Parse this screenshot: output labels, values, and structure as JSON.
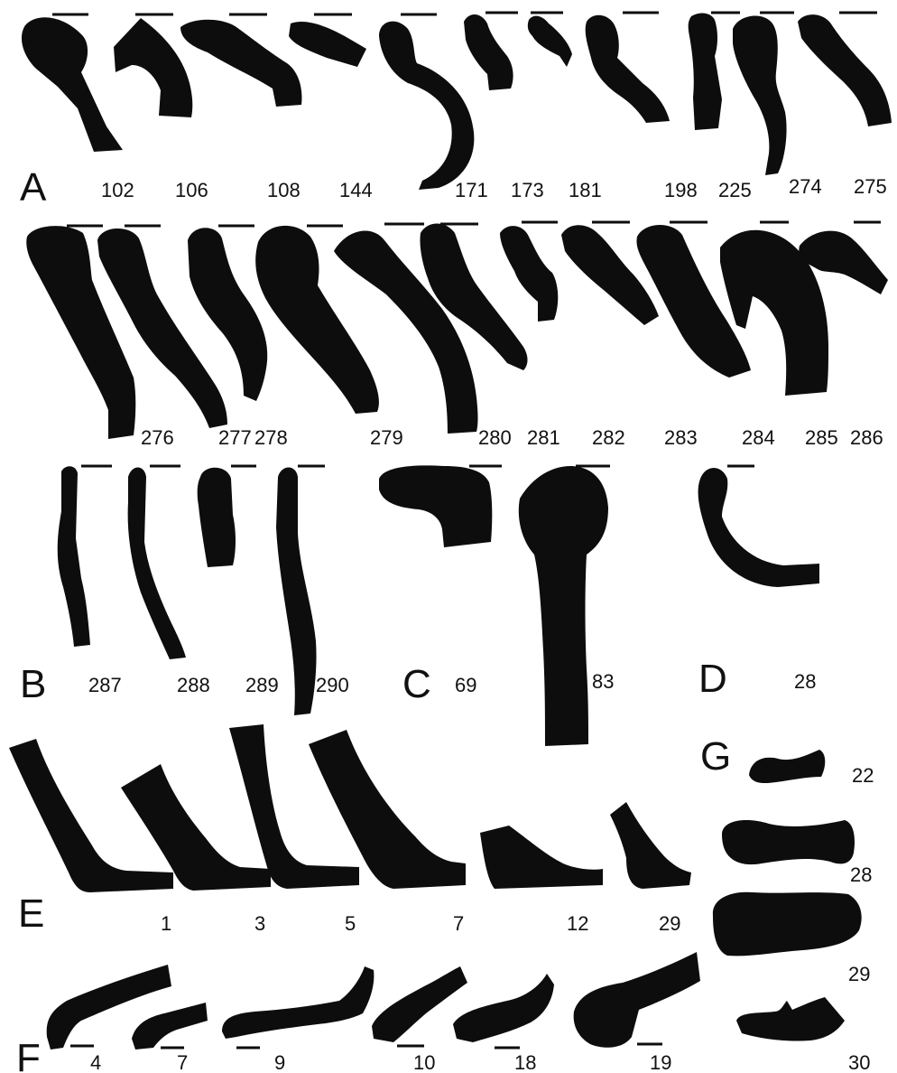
{
  "rows": [
    {
      "letter": "A",
      "numbers": [
        "102",
        "106",
        "108",
        "144",
        "171",
        "173",
        "181",
        "198",
        "225",
        "274",
        "275"
      ]
    },
    {
      "letter": "",
      "numbers": [
        "276",
        "277",
        "278",
        "279",
        "280",
        "281",
        "282",
        "283",
        "284",
        "285",
        "286"
      ]
    },
    {
      "letter": "B",
      "numbers": [
        "287",
        "288",
        "289",
        "290"
      ]
    },
    {
      "letter": "C",
      "numbers": [
        "69",
        "83"
      ]
    },
    {
      "letter": "D",
      "numbers": [
        "28"
      ]
    },
    {
      "letter": "E",
      "numbers": [
        "1",
        "3",
        "5",
        "7",
        "12",
        "29"
      ]
    },
    {
      "letter": "F",
      "numbers": [
        "4",
        "7",
        "9",
        "10",
        "18",
        "19"
      ]
    },
    {
      "letter": "G",
      "numbers": [
        "22",
        "28",
        "29",
        "30"
      ]
    }
  ],
  "colors": {
    "ink": "#0d0d0d",
    "background": "#ffffff"
  }
}
